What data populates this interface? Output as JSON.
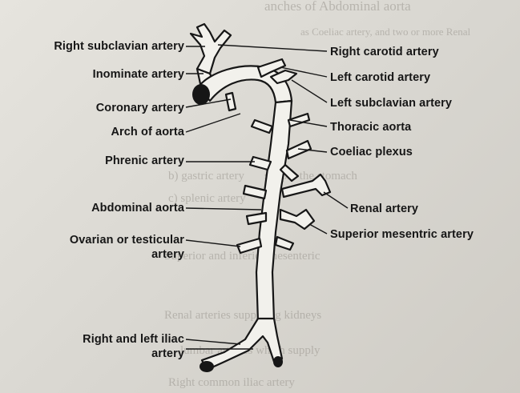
{
  "background_text": {
    "top_heading": "anches of Abdominal aorta",
    "line_1": "as Coeliac artery, and two or more Renal",
    "item_b": "b) gastric artery",
    "item_b_tail": "supply the stomach",
    "item_c": "c) splenic artery",
    "line_superior": "Superior and inferior mesenteric",
    "line_renal": "Renal arteries supplying kidneys",
    "line_lumbar": "lumbar arteries which supply",
    "line_bottom": "Right common iliac artery"
  },
  "labels": {
    "right_subclavian": "Right subclavian artery",
    "inominate": "Inominate artery",
    "coronary": "Coronary artery",
    "arch": "Arch of aorta",
    "phrenic": "Phrenic artery",
    "abdominal": "Abdominal aorta",
    "ovarian_1": "Ovarian or testicular",
    "ovarian_2": "artery",
    "iliac_1": "Right and left iliac",
    "iliac_2": "artery",
    "right_carotid": "Right carotid artery",
    "left_carotid": "Left carotid artery",
    "left_subclavian": "Left subclavian artery",
    "thoracic": "Thoracic aorta",
    "coeliac": "Coeliac plexus",
    "renal": "Renal artery",
    "superior_mesentric": "Superior mesentric artery"
  },
  "colors": {
    "ink": "#161616",
    "paper": "#dedcd6",
    "vessel_fill": "#f2f1ec"
  }
}
